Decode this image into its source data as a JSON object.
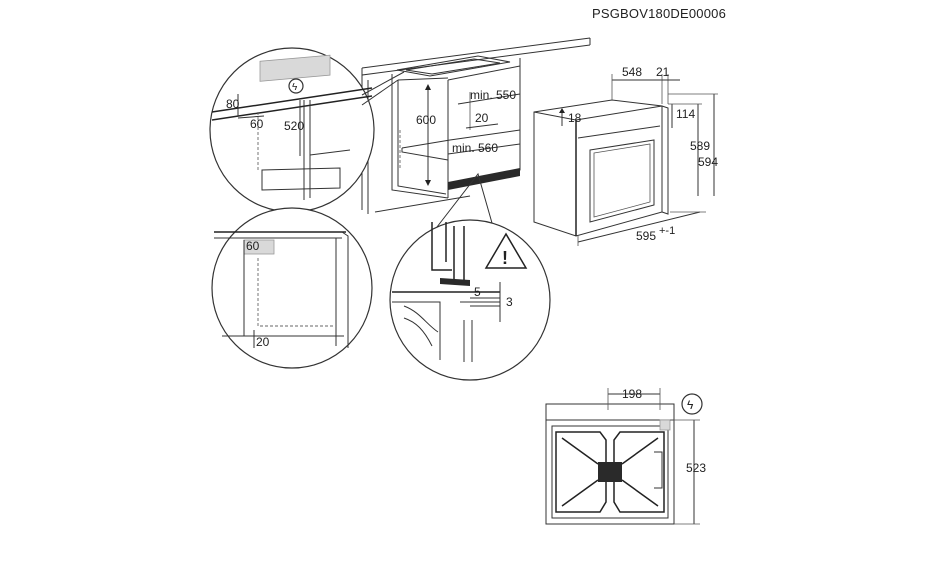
{
  "drawing_code": "PSGBOV180DE00006",
  "cabinet": {
    "height": "600",
    "width_min": "min. 550",
    "gap": "20",
    "depth_min": "min. 560"
  },
  "detail_electrical": {
    "top_offset": "80",
    "side_offset": "60",
    "height": "520"
  },
  "oven": {
    "depth": "548",
    "front_thickness": "21",
    "top_offset_left": "18",
    "top_offset_right": "114",
    "height_inner": "589",
    "height_outer": "594",
    "width": "595",
    "width_tolerance": "+-1"
  },
  "detail_corner": {
    "side": "60",
    "bottom": "20"
  },
  "detail_gap": {
    "upper": "5",
    "lower": "3"
  },
  "back_view": {
    "width": "198",
    "height": "523"
  },
  "icons": {
    "electrical": "lightning-bolt-icon",
    "warning": "warning-triangle-icon"
  }
}
